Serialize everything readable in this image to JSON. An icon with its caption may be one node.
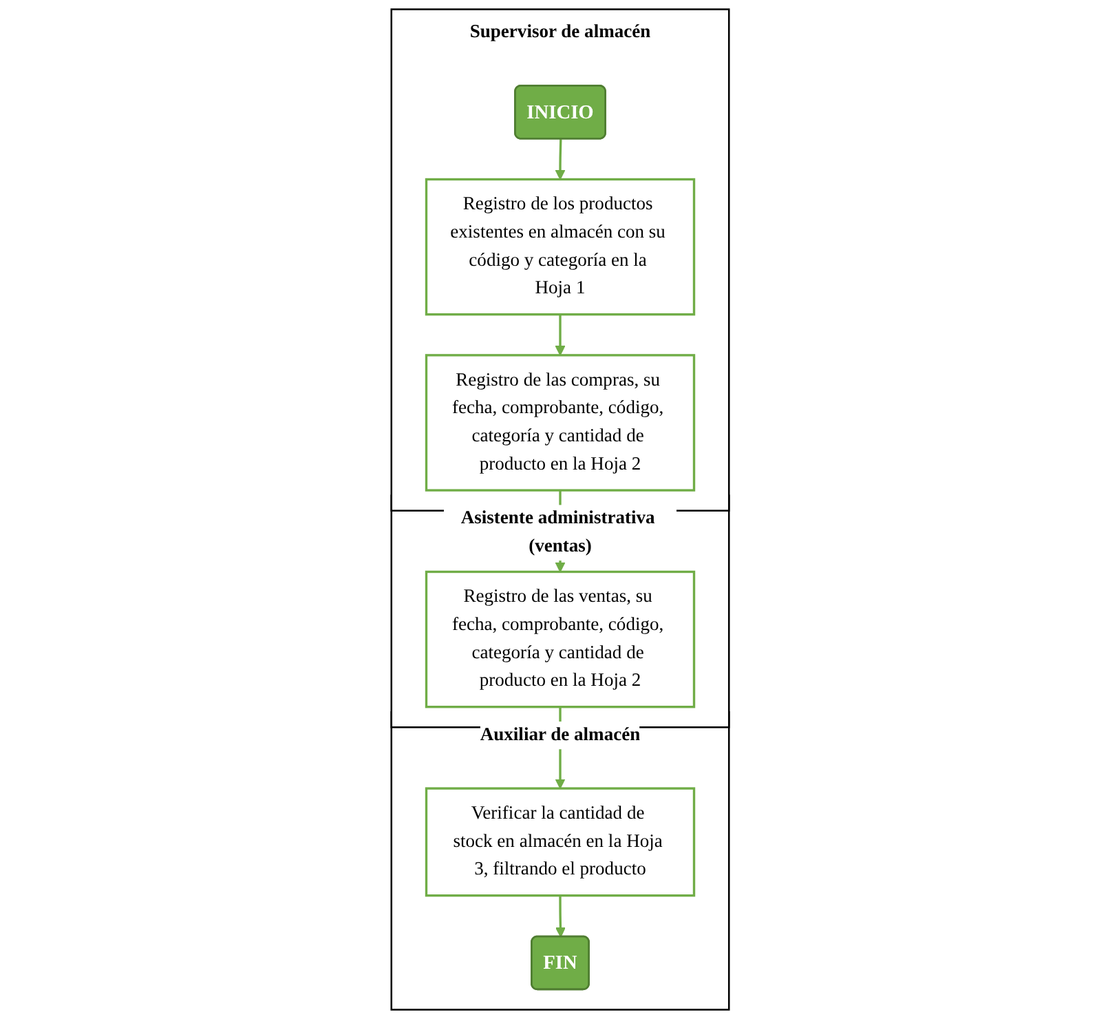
{
  "diagram": {
    "nodes": [
      {
        "text": [
          "Supervisor de almacén"
        ]
      },
      {
        "text": [
          "Asistente administrativa (ventas)"
        ]
      },
      {
        "text": [
          "Auxiliar de almacén"
        ]
      },
      {
        "text": [
          "INICIO"
        ],
        "in": 0
      },
      {
        "text": [
          "Registro de los productos existentes en almacén con su código y categoría en la Hoja 1"
        ],
        "in": 0
      },
      {
        "text": [
          "Registro de las compras, su fecha, comprobante, código, categoría y cantidad de producto en la Hoja 2"
        ],
        "in": 0
      },
      {
        "text": [
          "Registro de las ventas, su fecha, comprobante, código, categoría y cantidad de producto en la Hoja 2"
        ],
        "in": 1
      },
      {
        "text": [
          "Verificar la cantidad de stock en almacén en la Hoja 3, filtrando el producto"
        ],
        "in": 2
      },
      {
        "text": [
          "FIN"
        ],
        "in": 2
      }
    ],
    "edges": [
      {
        "from": 3,
        "to": 4,
        "arrow": "to"
      },
      {
        "from": 4,
        "to": 5,
        "arrow": "to"
      },
      {
        "from": 5,
        "to": 6,
        "arrow": "to"
      },
      {
        "from": 6,
        "to": 7,
        "arrow": "to"
      },
      {
        "from": 7,
        "to": 8,
        "arrow": "to"
      }
    ]
  }
}
